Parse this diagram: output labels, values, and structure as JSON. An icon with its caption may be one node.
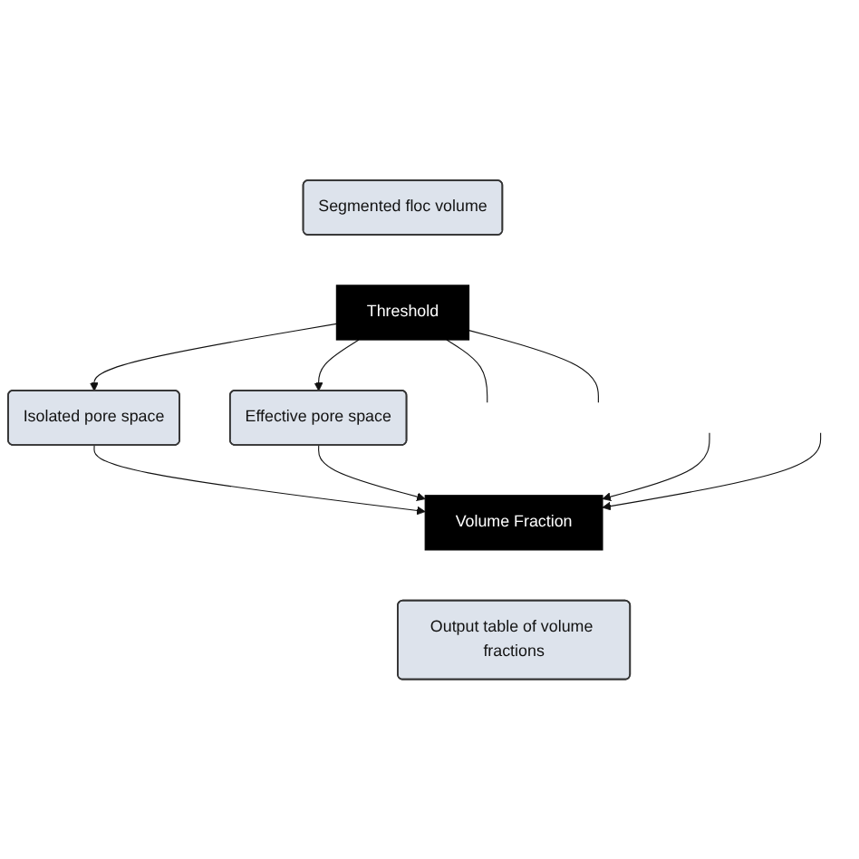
{
  "diagram": {
    "nodes": [
      {
        "text": [
          "Segmented floc volume"
        ]
      },
      {
        "text": [
          "Threshold"
        ]
      },
      {
        "text": [
          "Isolated pore space"
        ]
      },
      {
        "text": [
          "Effective pore space"
        ]
      },
      {
        "text": [
          "Volume Fraction"
        ]
      },
      {
        "text": [
          "Output table of volume fractions"
        ]
      }
    ],
    "edges": [
      {
        "from": 1,
        "to": 2,
        "arrow": "to"
      },
      {
        "from": 1,
        "to": 3,
        "arrow": "to"
      },
      {
        "from": 1,
        "to": null,
        "arrow": "none"
      },
      {
        "from": 1,
        "to": null,
        "arrow": "none"
      },
      {
        "from": 2,
        "to": 4,
        "arrow": "to"
      },
      {
        "from": 3,
        "to": 4,
        "arrow": "to"
      },
      {
        "from": null,
        "to": 4,
        "arrow": "to"
      },
      {
        "from": null,
        "to": 4,
        "arrow": "to"
      }
    ]
  }
}
